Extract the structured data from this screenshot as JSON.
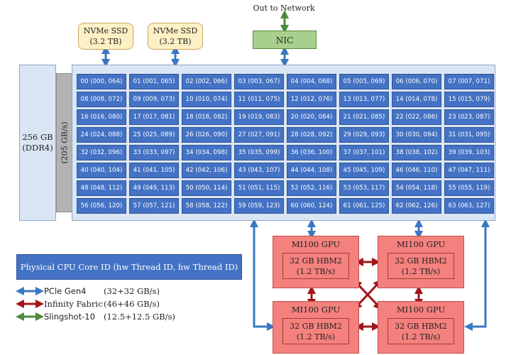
{
  "network": {
    "label": "Out to Network"
  },
  "nic": {
    "label": "NIC"
  },
  "ssds": [
    {
      "line1": "NVMe SSD",
      "line2": "(3.2 TB)"
    },
    {
      "line1": "NVMe SSD",
      "line2": "(3.2 TB)"
    }
  ],
  "memory": {
    "line1": "256 GB",
    "line2": "(DDR4)",
    "bandwidth": "(205 GB/s)"
  },
  "cores": [
    "00 (000, 064)",
    "01 (001, 065)",
    "02 (002, 066)",
    "03 (003, 067)",
    "04 (004, 068)",
    "05 (005, 069)",
    "06 (006, 070)",
    "07 (007, 071)",
    "08 (008, 072)",
    "09 (009, 073)",
    "10 (010, 074)",
    "11 (011, 075)",
    "12 (012, 076)",
    "13 (013, 077)",
    "14 (014, 078)",
    "15 (015, 079)",
    "16 (016, 080)",
    "17 (017, 081)",
    "18 (018, 082)",
    "19 (019, 083)",
    "20 (020, 084)",
    "21 (021, 085)",
    "22 (022, 086)",
    "23 (023, 087)",
    "24 (024, 088)",
    "25 (025, 089)",
    "26 (026, 090)",
    "27 (027, 091)",
    "28 (028, 092)",
    "29 (029, 093)",
    "30 (030, 094)",
    "31 (031, 095)",
    "32 (032, 096)",
    "33 (033, 097)",
    "34 (034, 098)",
    "35 (035, 099)",
    "36 (036, 100)",
    "37 (037, 101)",
    "38 (038, 102)",
    "39 (039, 103)",
    "40 (040, 104)",
    "41 (041, 105)",
    "42 (042, 106)",
    "43 (043, 107)",
    "44 (044, 108)",
    "45 (045, 109)",
    "46 (046, 110)",
    "47 (047, 111)",
    "48 (048, 112)",
    "49 (049, 113)",
    "50 (050, 114)",
    "51 (051, 115)",
    "52 (052, 116)",
    "53 (053, 117)",
    "54 (054, 118)",
    "55 (055, 119)",
    "56 (056, 120)",
    "57 (057, 121)",
    "58 (058, 122)",
    "59 (059, 123)",
    "60 (060, 124)",
    "61 (061, 125)",
    "62 (062, 126)",
    "63 (063, 127)"
  ],
  "gpus": [
    {
      "name": "MI100 GPU",
      "mem_line1": "32 GB HBM2",
      "mem_line2": "(1.2 TB/s)"
    },
    {
      "name": "MI100 GPU",
      "mem_line1": "32 GB HBM2",
      "mem_line2": "(1.2 TB/s)"
    },
    {
      "name": "MI100 GPU",
      "mem_line1": "32 GB HBM2",
      "mem_line2": "(1.2 TB/s)"
    },
    {
      "name": "MI100 GPU",
      "mem_line1": "32 GB HBM2",
      "mem_line2": "(1.2 TB/s)"
    }
  ],
  "legend": {
    "title": "Physical CPU Core ID (hw Thread ID, hw Thread ID)",
    "items": [
      {
        "label": "PCle Gen4",
        "value": "(32+32 GB/s)",
        "color": "#3a78c2"
      },
      {
        "label": "Infinity Fabric",
        "value": "(46+46 GB/s)",
        "color": "#a0161c"
      },
      {
        "label": "Slingshot-10",
        "value": "(12.5+12.5 GB/s)",
        "color": "#4d8a3c"
      }
    ]
  },
  "colors": {
    "pcie": "#3a78c2",
    "fabric": "#a0161c",
    "slingshot": "#4d8a3c",
    "core": "#4472c4",
    "gpu": "#f4817e"
  }
}
